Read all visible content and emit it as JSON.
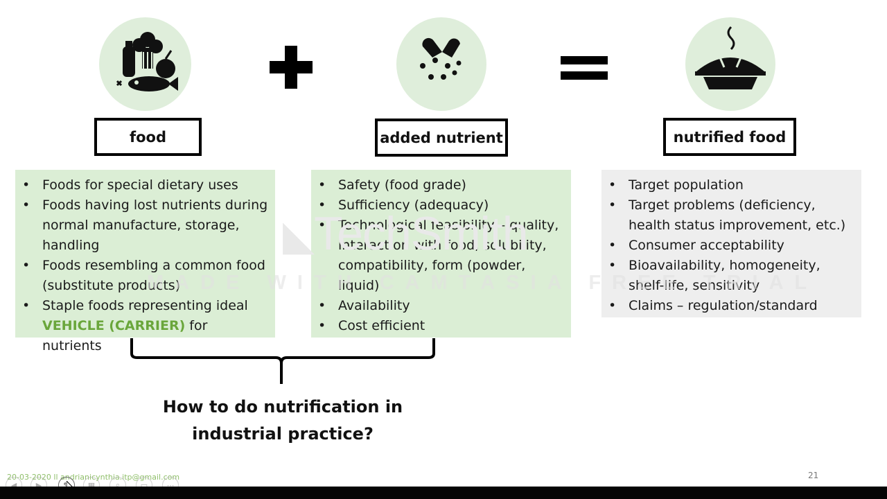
{
  "operators": {
    "plus": "+",
    "equals": "="
  },
  "boxes": {
    "food": "food",
    "nutrient": "added nutrient",
    "nutrified": "nutrified food"
  },
  "food_list": {
    "items": [
      "Foods for special dietary uses",
      "Foods having lost nutrients during normal manufacture, storage, handling",
      "Foods resembling a common food (substitute products)"
    ],
    "last_prefix": "Staple foods representing ideal",
    "last_highlight": "VEHICLE (CARRIER)",
    "last_suffix": " for nutrients"
  },
  "nutrient_list": [
    "Safety (food grade)",
    "Sufficiency (adequacy)",
    "Technological feasibility – quality, interaction with food, solubility, compatibility, form (powder, liquid)",
    "Availability",
    "Cost efficient"
  ],
  "nutrified_list": [
    "Target population",
    "Target problems (deficiency, health status improvement, etc.)",
    "Consumer acceptability",
    "Bioavailability, homogeneity, shelf-life, sensitivity",
    "Claims – regulation/standard"
  ],
  "question": {
    "line1": "How to do nutrification in",
    "line2": "industrial practice?"
  },
  "footer": "20-03-2020 ll andrianicynthia.itp@gmail.com",
  "page_number": "21",
  "watermark": {
    "brand": "TechSmith",
    "tagline": "MADE WITH CAMTASIA FREE TRIAL"
  },
  "colors": {
    "circle": "#dfeedb",
    "panel_green": "#dbeed5",
    "panel_grey": "#eeeeee",
    "highlight": "#6aa63b"
  },
  "bullet": "•"
}
